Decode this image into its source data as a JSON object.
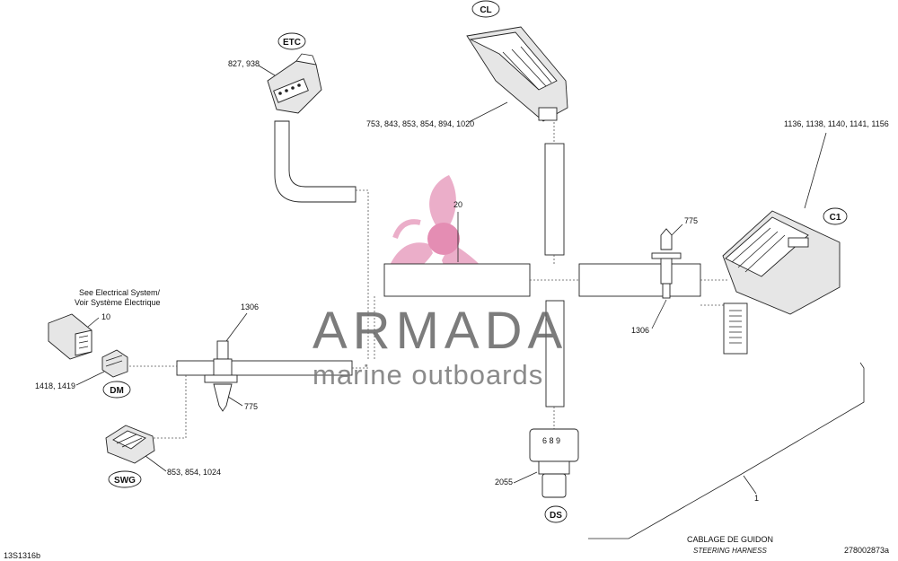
{
  "connectors": {
    "etc": "ETC",
    "cl": "CL",
    "c1": "C1",
    "dm": "DM",
    "swg": "SWG",
    "ds": "DS"
  },
  "callouts": {
    "etc_parts": "827, 938",
    "cl_parts": "753, 843, 853, 854, 894, 1020",
    "c1_parts": "1136, 1138, 1140, 1141, 1156",
    "item_20": "20",
    "item_775_right": "775",
    "item_1306_right": "1306",
    "item_1306_left": "1306",
    "item_775_left": "775",
    "see_electrical_1": "See Electrical System/",
    "see_electrical_2": "Voir Système Électrique",
    "item_10": "10",
    "dm_parts": "1418, 1419",
    "swg_parts": "853, 854, 1024",
    "ds_parts": "2055",
    "ds_pins": "6 8 9",
    "item_1": "1"
  },
  "title": {
    "fr": "CABLAGE DE GUIDON",
    "en": "STEERING HARNESS"
  },
  "codes": {
    "left": "13S1316b",
    "right": "278002873a"
  },
  "watermark": {
    "brand": "ARMADA",
    "tagline": "marine outboards",
    "logo": "propeller-logo-icon",
    "logo_color": "#e8a0c0"
  }
}
